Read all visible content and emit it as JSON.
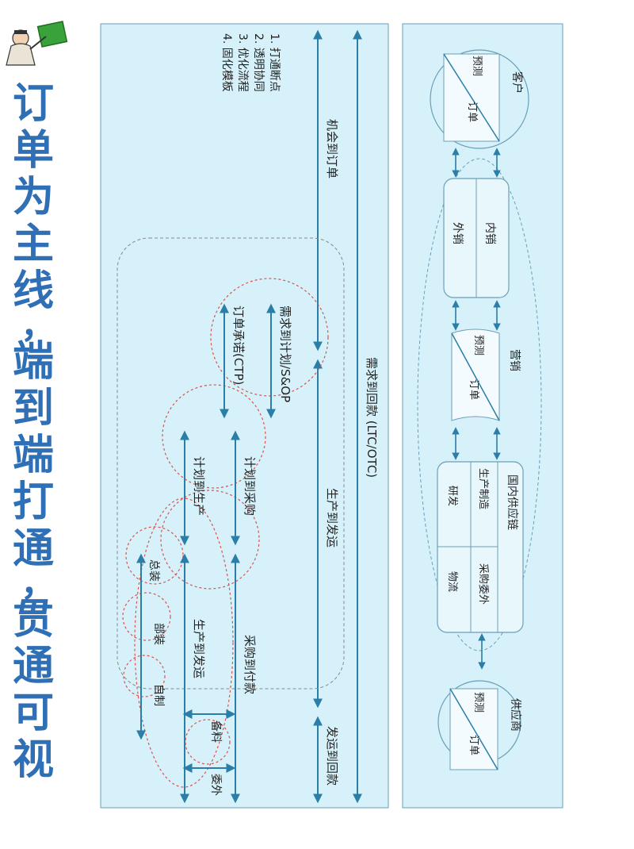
{
  "title": {
    "chars": [
      "订",
      "单",
      "为",
      "主",
      "线",
      "，",
      "端",
      "到",
      "端",
      "打",
      "通",
      "，",
      "贯",
      "通",
      "可",
      "视"
    ]
  },
  "colors": {
    "panel_bg": "#d6f1fa",
    "panel_border": "#6a9fb8",
    "title_blue": "#2f6fb5",
    "arrow_blue": "#2a7ea8",
    "red_dashed": "#d9534f"
  },
  "principles": [
    "1. 打通断点",
    "2. 透明协同",
    "3. 优化流程",
    "4. 固化模板"
  ],
  "flows": {
    "opp_to_order": "机会到订单",
    "demand_to_cash": "需求到回款 (LTC/OTC)",
    "produce_to_ship": "生产到发运",
    "ship_to_cash": "发运到回款",
    "demand_to_plan": "需求到计划/S&OP",
    "order_promise": "订单承诺(CTP)",
    "plan_to_purchase": "计划到采购",
    "plan_to_produce": "计划到生产",
    "produce_to_ship_inner": "生产到发运",
    "purchase_to_pay": "采购到付款",
    "final_assembly": "总装",
    "sub_assembly": "部装",
    "self_made": "自制",
    "stocking": "备料",
    "outsource": "委外"
  },
  "chain": {
    "customer": {
      "name": "客户",
      "forecast": "预测",
      "order": "订单"
    },
    "sales_top": {
      "domestic": "内销",
      "export": "外销"
    },
    "marketing": {
      "name": "营销",
      "forecast": "预测",
      "order": "订单"
    },
    "supply_chain": {
      "name": "国内供应链",
      "production": "生产制造",
      "rnd": "研发",
      "purchase": "采购委外",
      "logistics": "物流"
    },
    "supplier": {
      "name": "供应商",
      "forecast": "预测",
      "order": "订单"
    }
  }
}
